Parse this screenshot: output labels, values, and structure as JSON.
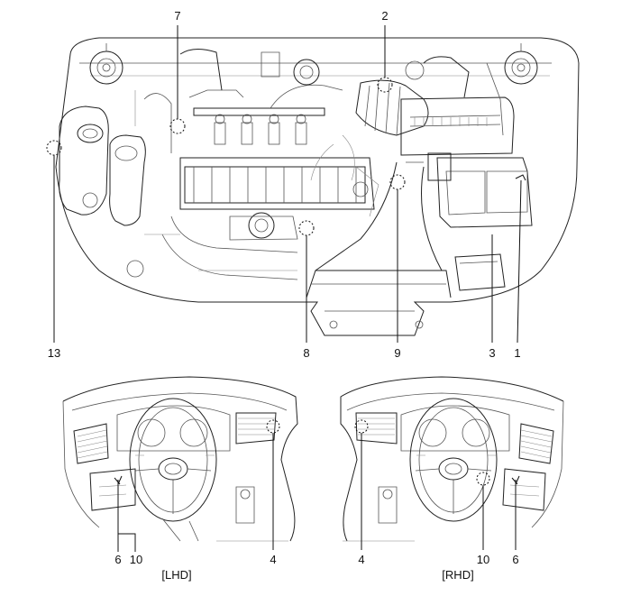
{
  "engine_callouts": {
    "c1": "1",
    "c2": "2",
    "c3": "3",
    "c7": "7",
    "c8": "8",
    "c9": "9",
    "c13": "13"
  },
  "lhd_callouts": {
    "c6": "6",
    "c10": "10",
    "c4": "4"
  },
  "rhd_callouts": {
    "c4": "4",
    "c10": "10",
    "c6": "6"
  },
  "captions": {
    "lhd": "[LHD]",
    "rhd": "[RHD]"
  }
}
